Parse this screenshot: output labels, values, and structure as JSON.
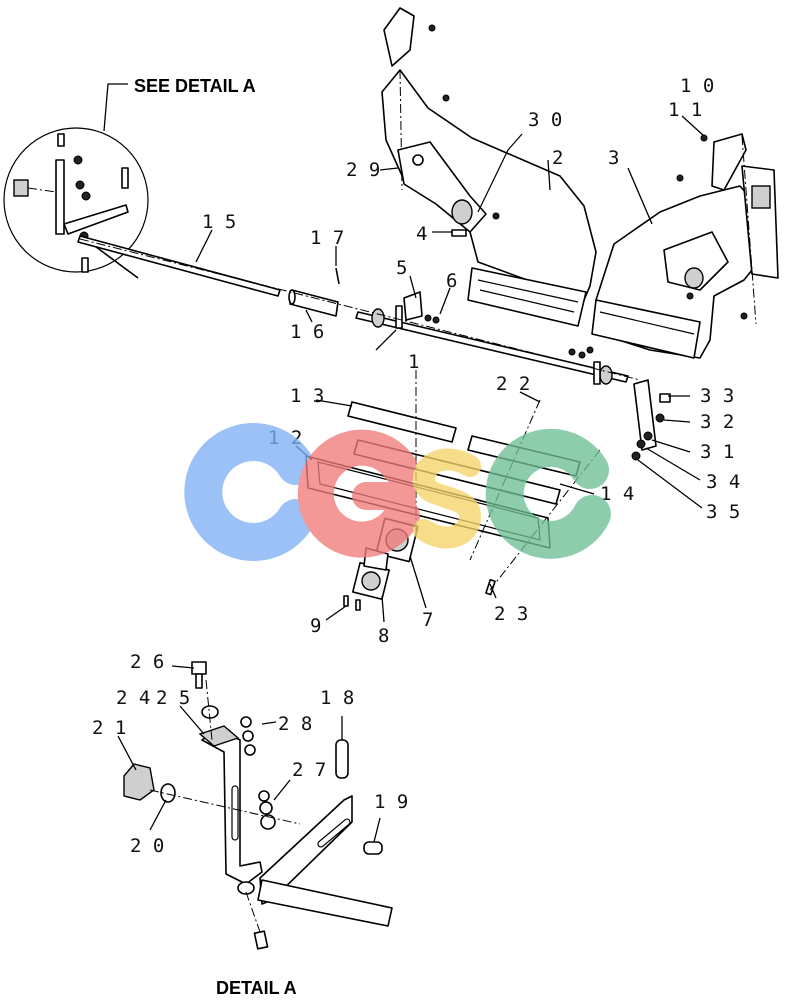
{
  "headings": {
    "see_detail": "SEE DETAIL  A",
    "detail": "DETAIL  A"
  },
  "callouts": {
    "c1": "1",
    "c2": "2",
    "c3": "3",
    "c4": "4",
    "c5": "5",
    "c6": "6",
    "c7": "7",
    "c8": "8",
    "c9": "9",
    "c10": "1 0",
    "c11": "1 1",
    "c12": "1 2",
    "c13": "1 3",
    "c14": "1 4",
    "c15": "1 5",
    "c16": "1 6",
    "c17": "1 7",
    "c18": "1 8",
    "c19": "1 9",
    "c20": "2 0",
    "c21": "2 1",
    "c22": "2 2",
    "c23": "2 3",
    "c24": "2 4",
    "c25": "2 5",
    "c26": "2 6",
    "c27": "2 7",
    "c28": "2 8",
    "c29": "2 9",
    "c30": "3 0",
    "c31": "3 1",
    "c32": "3 2",
    "c33": "3 3",
    "c34": "3 4",
    "c35": "3 5"
  },
  "watermark": {
    "letters": [
      "C",
      "G",
      "S",
      "C"
    ],
    "colors": [
      "#7fb0f5",
      "#f07b7b",
      "#f5d36a",
      "#6fbf95"
    ]
  }
}
